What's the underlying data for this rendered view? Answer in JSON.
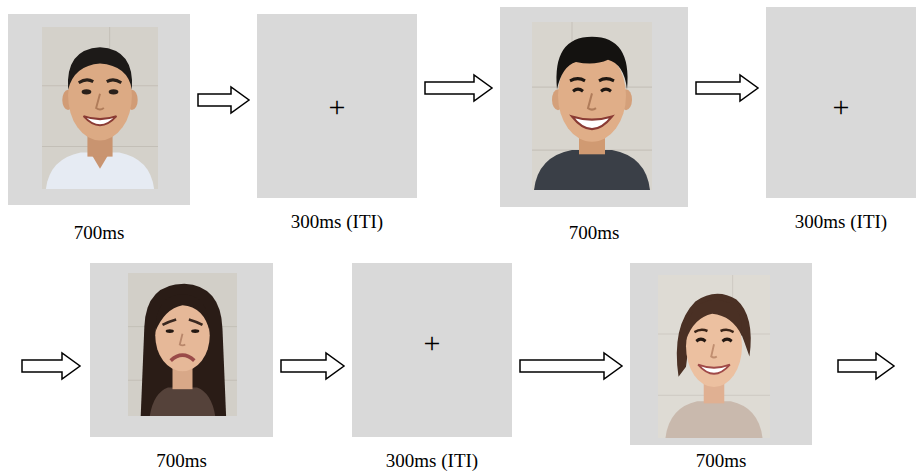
{
  "diagram": {
    "nodes": [
      {
        "text": [
          "700ms"
        ]
      },
      {
        "text": [
          "+",
          "300ms (ITI)"
        ]
      },
      {
        "text": [
          "700ms"
        ]
      },
      {
        "text": [
          "+",
          "300ms (ITI)"
        ]
      },
      {
        "text": [
          "700ms"
        ]
      },
      {
        "text": [
          "+",
          "300ms (ITI)"
        ]
      },
      {
        "text": [
          "700ms"
        ]
      }
    ],
    "edges": [
      {
        "from": 0,
        "to": 1,
        "arrow": "to"
      },
      {
        "from": 1,
        "to": 2,
        "arrow": "to"
      },
      {
        "from": 2,
        "to": 3,
        "arrow": "to"
      },
      {
        "from": 4,
        "to": 5,
        "arrow": "to"
      },
      {
        "from": 5,
        "to": 6,
        "arrow": "to"
      }
    ]
  }
}
